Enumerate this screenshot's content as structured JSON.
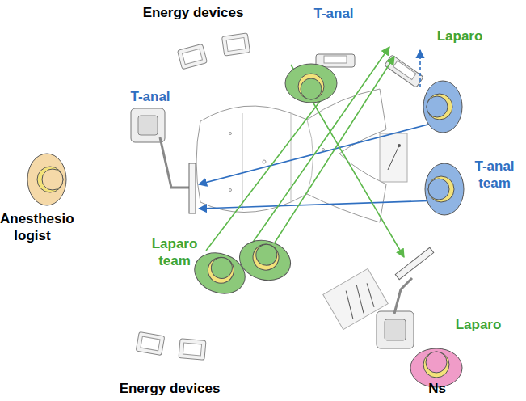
{
  "diagram": {
    "labels": [
      "Energy devices",
      "T-anal",
      "Laparo",
      "T-anal",
      "T-anal team",
      "Anesthesio logist",
      "Laparo team",
      "Laparo",
      "Energy devices",
      "Ns"
    ]
  }
}
